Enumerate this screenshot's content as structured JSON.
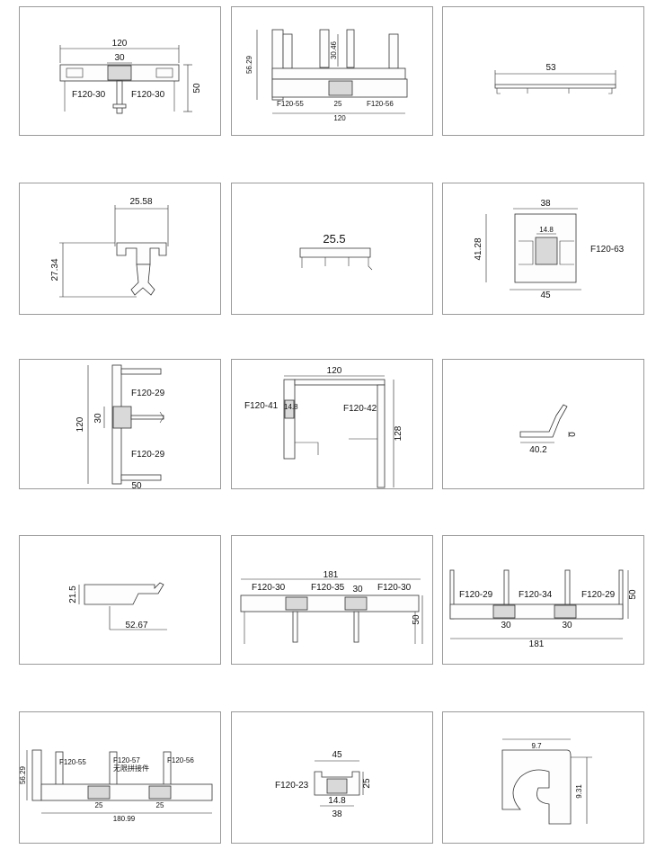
{
  "panels": [
    {
      "id": "p1",
      "labels": {
        "width": "120",
        "center": "30",
        "height": "50",
        "left": "F120-30",
        "right": "F120-30"
      }
    },
    {
      "id": "p2",
      "labels": {
        "height": "56.29",
        "inner": "30.46",
        "left": "F120-55",
        "gap": "25",
        "right": "F120-56",
        "width": "120"
      }
    },
    {
      "id": "p3",
      "labels": {
        "width": "53"
      }
    },
    {
      "id": "p4",
      "labels": {
        "width": "25.58",
        "height": "27.34"
      }
    },
    {
      "id": "p5",
      "labels": {
        "width": "25.5"
      }
    },
    {
      "id": "p6",
      "labels": {
        "top": "38",
        "inner": "14.8",
        "height": "41.28",
        "bottom": "45",
        "name": "F120-63"
      }
    },
    {
      "id": "p7",
      "labels": {
        "height": "120",
        "center": "30",
        "top": "F120-29",
        "bottom": "F120-29",
        "base": "50"
      }
    },
    {
      "id": "p8",
      "labels": {
        "width": "120",
        "left": "F120-41",
        "inner": "14.8",
        "right": "F120-42",
        "height": "128"
      }
    },
    {
      "id": "p9",
      "labels": {
        "width": "40.2",
        "height": "0"
      }
    },
    {
      "id": "p10",
      "labels": {
        "height": "21.5",
        "width": "52.67"
      }
    },
    {
      "id": "p11",
      "labels": {
        "width": "181",
        "left": "F120-30",
        "mid": "F120-35",
        "center": "30",
        "right": "F120-30",
        "height": "50"
      }
    },
    {
      "id": "p12",
      "labels": {
        "left": "F120-29",
        "mid": "F120-34",
        "right": "F120-29",
        "c1": "30",
        "c2": "30",
        "width": "181",
        "height": "50"
      }
    },
    {
      "id": "p13",
      "labels": {
        "height": "56.29",
        "left": "F120-55",
        "mid": "F120-57",
        "mid_note": "无限拼接件",
        "right": "F120-56",
        "g1": "25",
        "g2": "25",
        "width": "180.99"
      }
    },
    {
      "id": "p14",
      "labels": {
        "top": "45",
        "name": "F120-23",
        "height": "25",
        "inner": "14.8",
        "bottom": "38"
      }
    },
    {
      "id": "p15",
      "labels": {
        "top": "9.7",
        "height": "9.31"
      }
    }
  ]
}
